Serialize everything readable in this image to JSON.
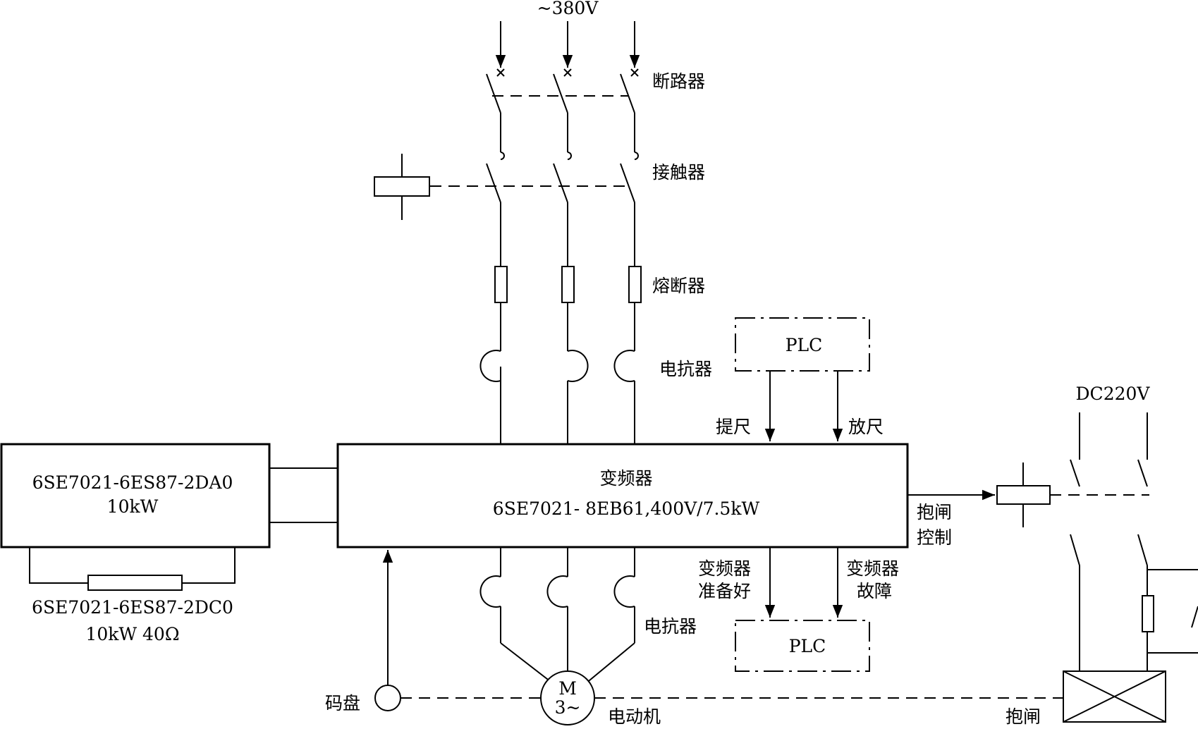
{
  "labels": {
    "supply": "~380V",
    "breaker": "断路器",
    "contactor": "接触器",
    "fuse": "熔断器",
    "reactor_top": "电抗器",
    "reactor_bottom": "电抗器",
    "plc_top": "PLC",
    "plc_bottom": "PLC",
    "hoist": "提尺",
    "lower": "放尺",
    "ready_line1": "变频器",
    "ready_line2": "准备好",
    "fault_line1": "变频器",
    "fault_line2": "故障",
    "brake_control_line1": "抱闸",
    "brake_control_line2": "控制",
    "dc_supply": "DC220V",
    "encoder": "码盘",
    "motor_line1": "M",
    "motor_line2": "3~",
    "motor": "电动机",
    "brake": "抱闸"
  },
  "inverter": {
    "title": "变频器",
    "model": "6SE7021- 8EB61,400V/7.5kW"
  },
  "brake_unit": {
    "model": "6SE7021-6ES87-2DA0",
    "rating": "10kW"
  },
  "brake_resistor": {
    "model": "6SE7021-6ES87-2DC0",
    "rating": "10kW    40Ω"
  }
}
